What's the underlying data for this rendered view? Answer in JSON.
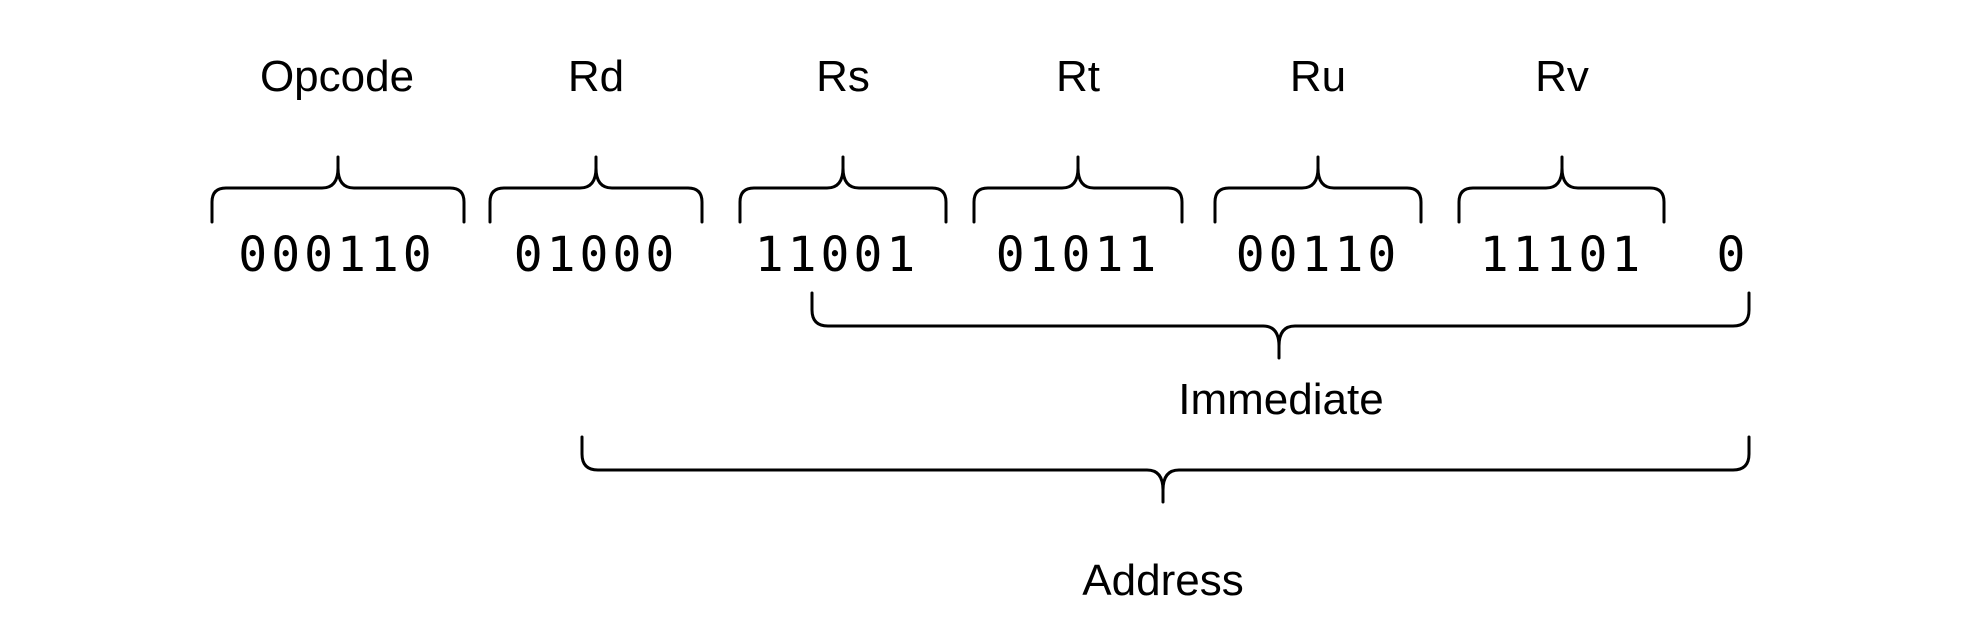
{
  "fields": [
    {
      "name": "Opcode",
      "bits": "000110"
    },
    {
      "name": "Rd",
      "bits": "01000"
    },
    {
      "name": "Rs",
      "bits": "11001"
    },
    {
      "name": "Rt",
      "bits": "01011"
    },
    {
      "name": "Ru",
      "bits": "00110"
    },
    {
      "name": "Rv",
      "bits": "11101"
    }
  ],
  "trailing_bit": "0",
  "spans": {
    "immediate": "Immediate",
    "address": "Address"
  }
}
